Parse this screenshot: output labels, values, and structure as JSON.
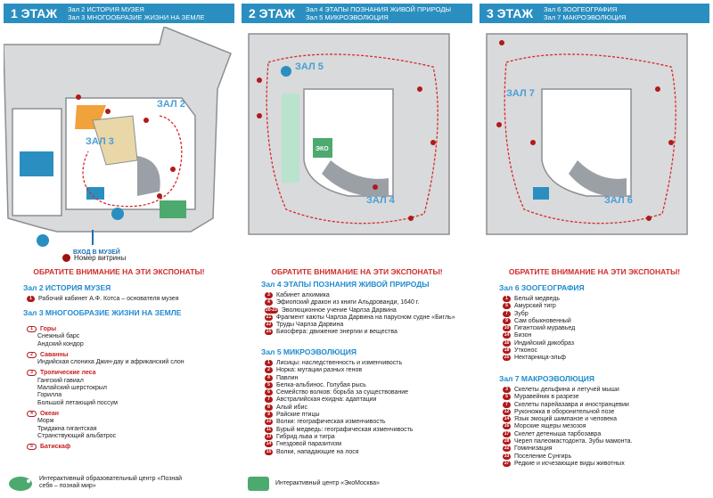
{
  "colors": {
    "accent": "#2a8fc0",
    "attention": "#d12c2c",
    "section": "#1f8ad0",
    "marker": "#b01a1a"
  },
  "floor1": {
    "title": "1 ЭТАЖ",
    "halls": [
      "Зал 2 ИСТОРИЯ МУЗЕЯ",
      "Зал 3 МНОГООБРАЗИЕ ЖИЗНИ НА ЗЕМЛЕ"
    ],
    "map_labels": {
      "hall2": "ЗАЛ 2",
      "hall3": "ЗАЛ 3",
      "entrance": "ВХОД В МУЗЕЙ"
    },
    "legend": "Номер витрины",
    "attention": "ОБРАТИТЕ ВНИМАНИЕ НА ЭТИ ЭКСПОНАТЫ!",
    "sec1": "Зал 2 ИСТОРИЯ МУЗЕЯ",
    "sec1_items": [
      {
        "n": "1",
        "t": "Рабочий кабинет А.Ф. Котса – основателя музея"
      }
    ],
    "sec2": "Зал 3 МНОГООБРАЗИЕ ЖИЗНИ НА ЗЕМЛЕ",
    "groups": [
      {
        "n": "1",
        "title": "Горы",
        "items": [
          "Снежный барс",
          "Андский кондор"
        ]
      },
      {
        "n": "2",
        "title": "Саванны",
        "items": [
          "Индийская слониха Джин-дау и африканский слон"
        ]
      },
      {
        "n": "3",
        "title": "Тропические леса",
        "items": [
          "Гангский гавиал",
          "Малайский шерстокрыл",
          "Горилла",
          "Большой летающий поссум"
        ]
      },
      {
        "n": "4",
        "title": "Океан",
        "items": [
          "Морж",
          "Тридакна гигантская",
          "Странствующий альбатрос"
        ]
      },
      {
        "n": "5",
        "title": "Батискаф",
        "items": []
      }
    ],
    "footer": "Интерактивный образовательный центр «Познай себя – познай мир»"
  },
  "floor2": {
    "title": "2 ЭТАЖ",
    "halls": [
      "Зал 4 ЭТАПЫ ПОЗНАНИЯ ЖИВОЙ ПРИРОДЫ",
      "Зал 5 МИКРОЭВОЛЮЦИЯ"
    ],
    "map_labels": {
      "hall4": "ЗАЛ 4",
      "hall5": "ЗАЛ 5",
      "eco": "ЭКО"
    },
    "attention": "ОБРАТИТЕ ВНИМАНИЕ НА ЭТИ ЭКСПОНАТЫ!",
    "sec1": "Зал 4 ЭТАПЫ ПОЗНАНИЯ ЖИВОЙ ПРИРОДЫ",
    "sec1_items": [
      {
        "n": "3",
        "t": "Кабинет алхимика"
      },
      {
        "n": "4",
        "t": "Эфиопский дракон из книги Альдрованди, 1640 г."
      },
      {
        "n": "20-23",
        "t": "Эволюционное учение Чарлза Дарвина"
      },
      {
        "n": "21",
        "t": "Фрагмент каюты Чарлза Дарвина на парусном судне «Бигль»"
      },
      {
        "n": "22",
        "t": "Труды Чарлза Дарвина"
      },
      {
        "n": "25",
        "t": "Биосфера: движение энергии и вещества"
      }
    ],
    "sec2": "Зал 5 МИКРОЭВОЛЮЦИЯ",
    "sec2_items": [
      {
        "n": "1",
        "t": "Лисицы: наследственность и изменчивость"
      },
      {
        "n": "2",
        "t": "Норка: мутации разных генов"
      },
      {
        "n": "4",
        "t": "Павлин"
      },
      {
        "n": "5",
        "t": "Белка-альбинос. Голубая рысь"
      },
      {
        "n": "6",
        "t": "Семейство волков: борьба за существование"
      },
      {
        "n": "7",
        "t": "Австралийская ехидна: адаптации"
      },
      {
        "n": "8",
        "t": "Алый ибис"
      },
      {
        "n": "9",
        "t": "Райские птицы"
      },
      {
        "n": "10",
        "t": "Волки: географическая изменчивость"
      },
      {
        "n": "11",
        "t": "Бурый медведь: географическая изменчивость"
      },
      {
        "n": "13",
        "t": "Гибрид льва и тигра"
      },
      {
        "n": "14",
        "t": "Гнездовой паразитизм"
      },
      {
        "n": "15",
        "t": "Волки, нападающие на лося"
      }
    ],
    "footer": "Интерактивный центр «ЭкоМосква»"
  },
  "floor3": {
    "title": "3 ЭТАЖ",
    "halls": [
      "Зал 6 ЗООГЕОГРАФИЯ",
      "Зал 7 МАКРОЭВОЛЮЦИЯ"
    ],
    "map_labels": {
      "hall6": "ЗАЛ 6",
      "hall7": "ЗАЛ 7"
    },
    "attention": "ОБРАТИТЕ ВНИМАНИЕ НА ЭТИ ЭКСПОНАТЫ!",
    "sec1": "Зал 6 ЗООГЕОГРАФИЯ",
    "sec1_items": [
      {
        "n": "1",
        "t": "Белый медведь"
      },
      {
        "n": "5",
        "t": "Амурский тигр"
      },
      {
        "n": "7",
        "t": "Зубр"
      },
      {
        "n": "9",
        "t": "Сам обыкновенный"
      },
      {
        "n": "10",
        "t": "Гигантский муравьед"
      },
      {
        "n": "14",
        "t": "Бизон"
      },
      {
        "n": "16",
        "t": "Индийский дикобраз"
      },
      {
        "n": "18",
        "t": "Утконос"
      },
      {
        "n": "25",
        "t": "Нектарница-эльф"
      }
    ],
    "sec2": "Зал 7 МАКРОЭВОЛЮЦИЯ",
    "sec2_items": [
      {
        "n": "3",
        "t": "Скелеты дельфина и летучей мыши"
      },
      {
        "n": "5",
        "t": "Муравейник в разрезе"
      },
      {
        "n": "7",
        "t": "Скелеты парейазавра и иностранцевии"
      },
      {
        "n": "12",
        "t": "Руконожка в оборонительной позе"
      },
      {
        "n": "14",
        "t": "Язык эмоций шимпанзе и человека"
      },
      {
        "n": "16",
        "t": "Морские ящеры мезозоя"
      },
      {
        "n": "17",
        "t": "Скелет детеныша тарбозавра"
      },
      {
        "n": "28",
        "t": "Череп палеомастодонта. Зубы мамонта."
      },
      {
        "n": "32",
        "t": "Гоминизация"
      },
      {
        "n": "33",
        "t": "Поселение Сунгирь"
      },
      {
        "n": "37",
        "t": "Редкие и исчезающие виды животных"
      }
    ]
  }
}
